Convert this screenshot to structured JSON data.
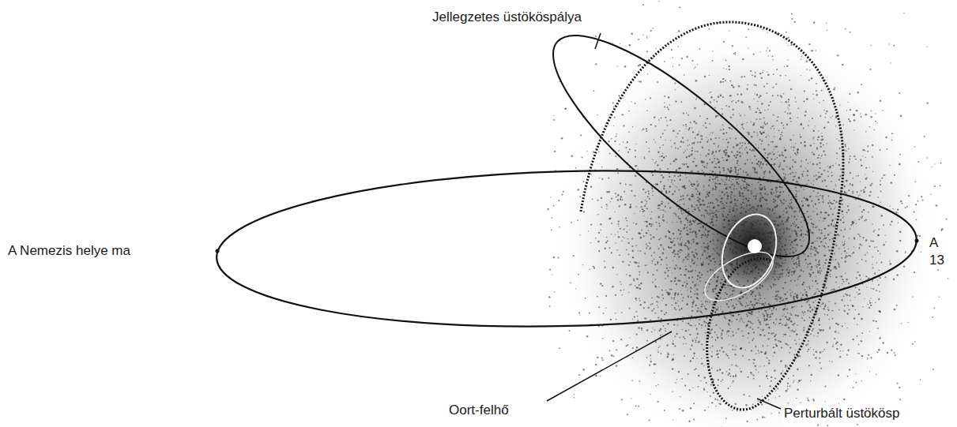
{
  "diagram": {
    "labels": [
      "Jellegzetes üstököspálya",
      "A Nemezis helye ma",
      "Oort-felhő",
      "Perturbált üstökösp",
      "A",
      "13"
    ]
  }
}
